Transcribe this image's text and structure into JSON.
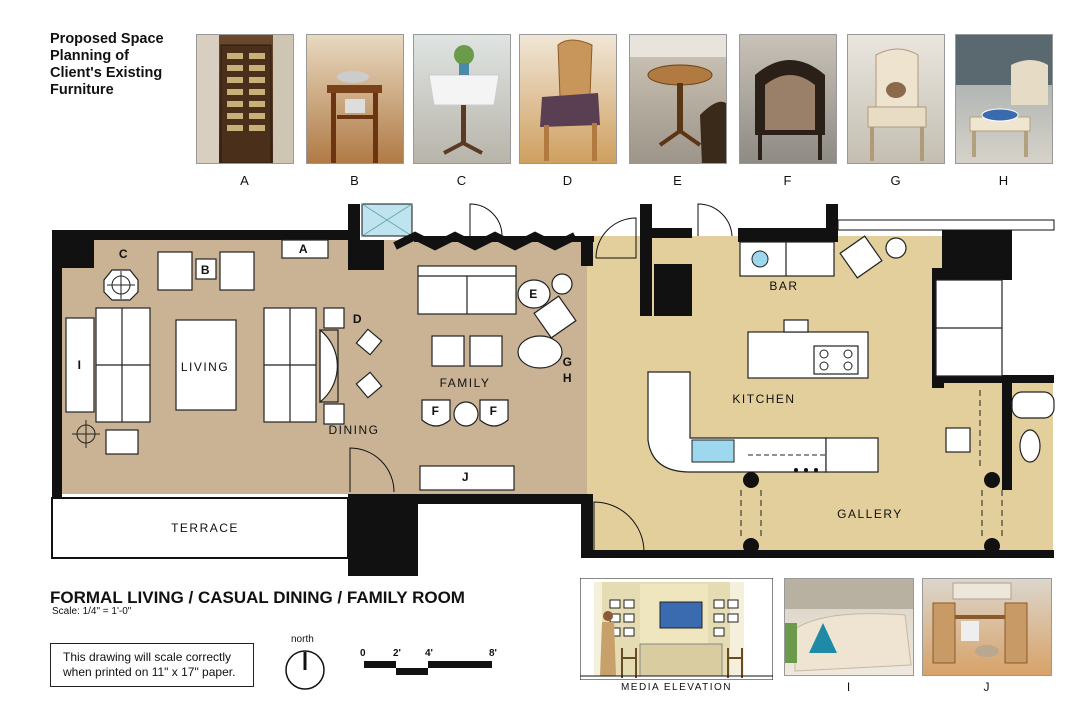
{
  "heading": {
    "line1": "Proposed Space",
    "line2": "Planning of",
    "line3": "Client's Existing",
    "line4": "Furniture"
  },
  "photos": [
    {
      "label": "A",
      "icon": "armoire-photo"
    },
    {
      "label": "B",
      "icon": "side-table-photo"
    },
    {
      "label": "C",
      "icon": "pedestal-table-photo"
    },
    {
      "label": "D",
      "icon": "dining-chair-photo"
    },
    {
      "label": "E",
      "icon": "round-table-photo"
    },
    {
      "label": "F",
      "icon": "club-chair-photo"
    },
    {
      "label": "G",
      "icon": "armchair-photo"
    },
    {
      "label": "H",
      "icon": "ottoman-photo"
    }
  ],
  "plan": {
    "living": "LIVING",
    "dining": "DINING",
    "family": "FAMILY",
    "terrace": "TERRACE",
    "bar": "BAR",
    "kitchen": "KITCHEN",
    "gallery": "GALLERY",
    "tags": {
      "a": "A",
      "b": "B",
      "c": "C",
      "d": "D",
      "e": "E",
      "f1": "F",
      "f2": "F",
      "g": "G",
      "h": "H",
      "i": "I",
      "j": "J"
    }
  },
  "footer": {
    "title": "FORMAL LIVING / CASUAL DINING / FAMILY ROOM",
    "scale": "Scale: 1/4\" = 1'-0\"",
    "note_line1": "This drawing will scale correctly",
    "note_line2": "when printed on 11\" x 17\" paper.",
    "north": "north",
    "scale_ticks": [
      "0",
      "2'",
      "4'",
      "8'"
    ]
  },
  "bottom": {
    "media": "MEDIA ELEVATION",
    "i": "I",
    "j": "J"
  },
  "colors": {
    "floor_living": "#c9b394",
    "floor_kitchen": "#e3cf9b",
    "wall": "#111111",
    "accent": "#8fd3e8"
  }
}
